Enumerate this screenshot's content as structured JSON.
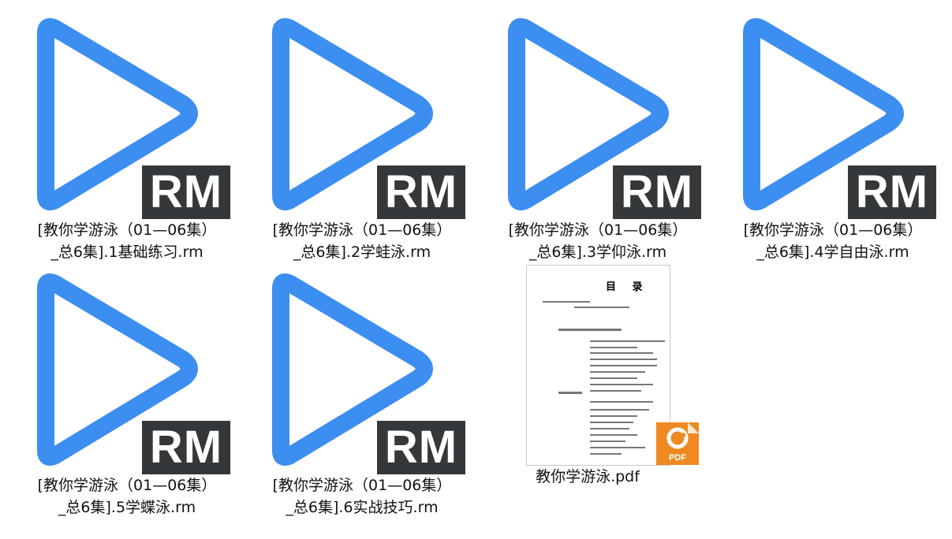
{
  "colors": {
    "play_icon": "#3c8ef0",
    "rm_badge": "#35383b",
    "pdf_badge": "#ef8a22"
  },
  "files": [
    {
      "type": "rm",
      "icon": "play-icon",
      "badge": "RM",
      "line1": "[教你学游泳（01—06集）",
      "line2": "_总6集].1基础练习.rm"
    },
    {
      "type": "rm",
      "icon": "play-icon",
      "badge": "RM",
      "line1": "[教你学游泳（01—06集）",
      "line2": "_总6集].2学蛙泳.rm"
    },
    {
      "type": "rm",
      "icon": "play-icon",
      "badge": "RM",
      "line1": "[教你学游泳（01—06集）",
      "line2": "_总6集].3学仰泳.rm"
    },
    {
      "type": "rm",
      "icon": "play-icon",
      "badge": "RM",
      "line1": "[教你学游泳（01—06集）",
      "line2": "_总6集].4学自由泳.rm"
    },
    {
      "type": "rm",
      "icon": "play-icon",
      "badge": "RM",
      "line1": "[教你学游泳（01—06集）",
      "line2": "_总6集].5学蝶泳.rm"
    },
    {
      "type": "rm",
      "icon": "play-icon",
      "badge": "RM",
      "line1": "[教你学游泳（01—06集）",
      "line2": "_总6集].6实战技巧.rm"
    },
    {
      "type": "pdf",
      "icon": "foxit-pdf-icon",
      "badge": "PDF",
      "thumb_title": "目 录",
      "line1": "教你学游泳.pdf"
    }
  ]
}
